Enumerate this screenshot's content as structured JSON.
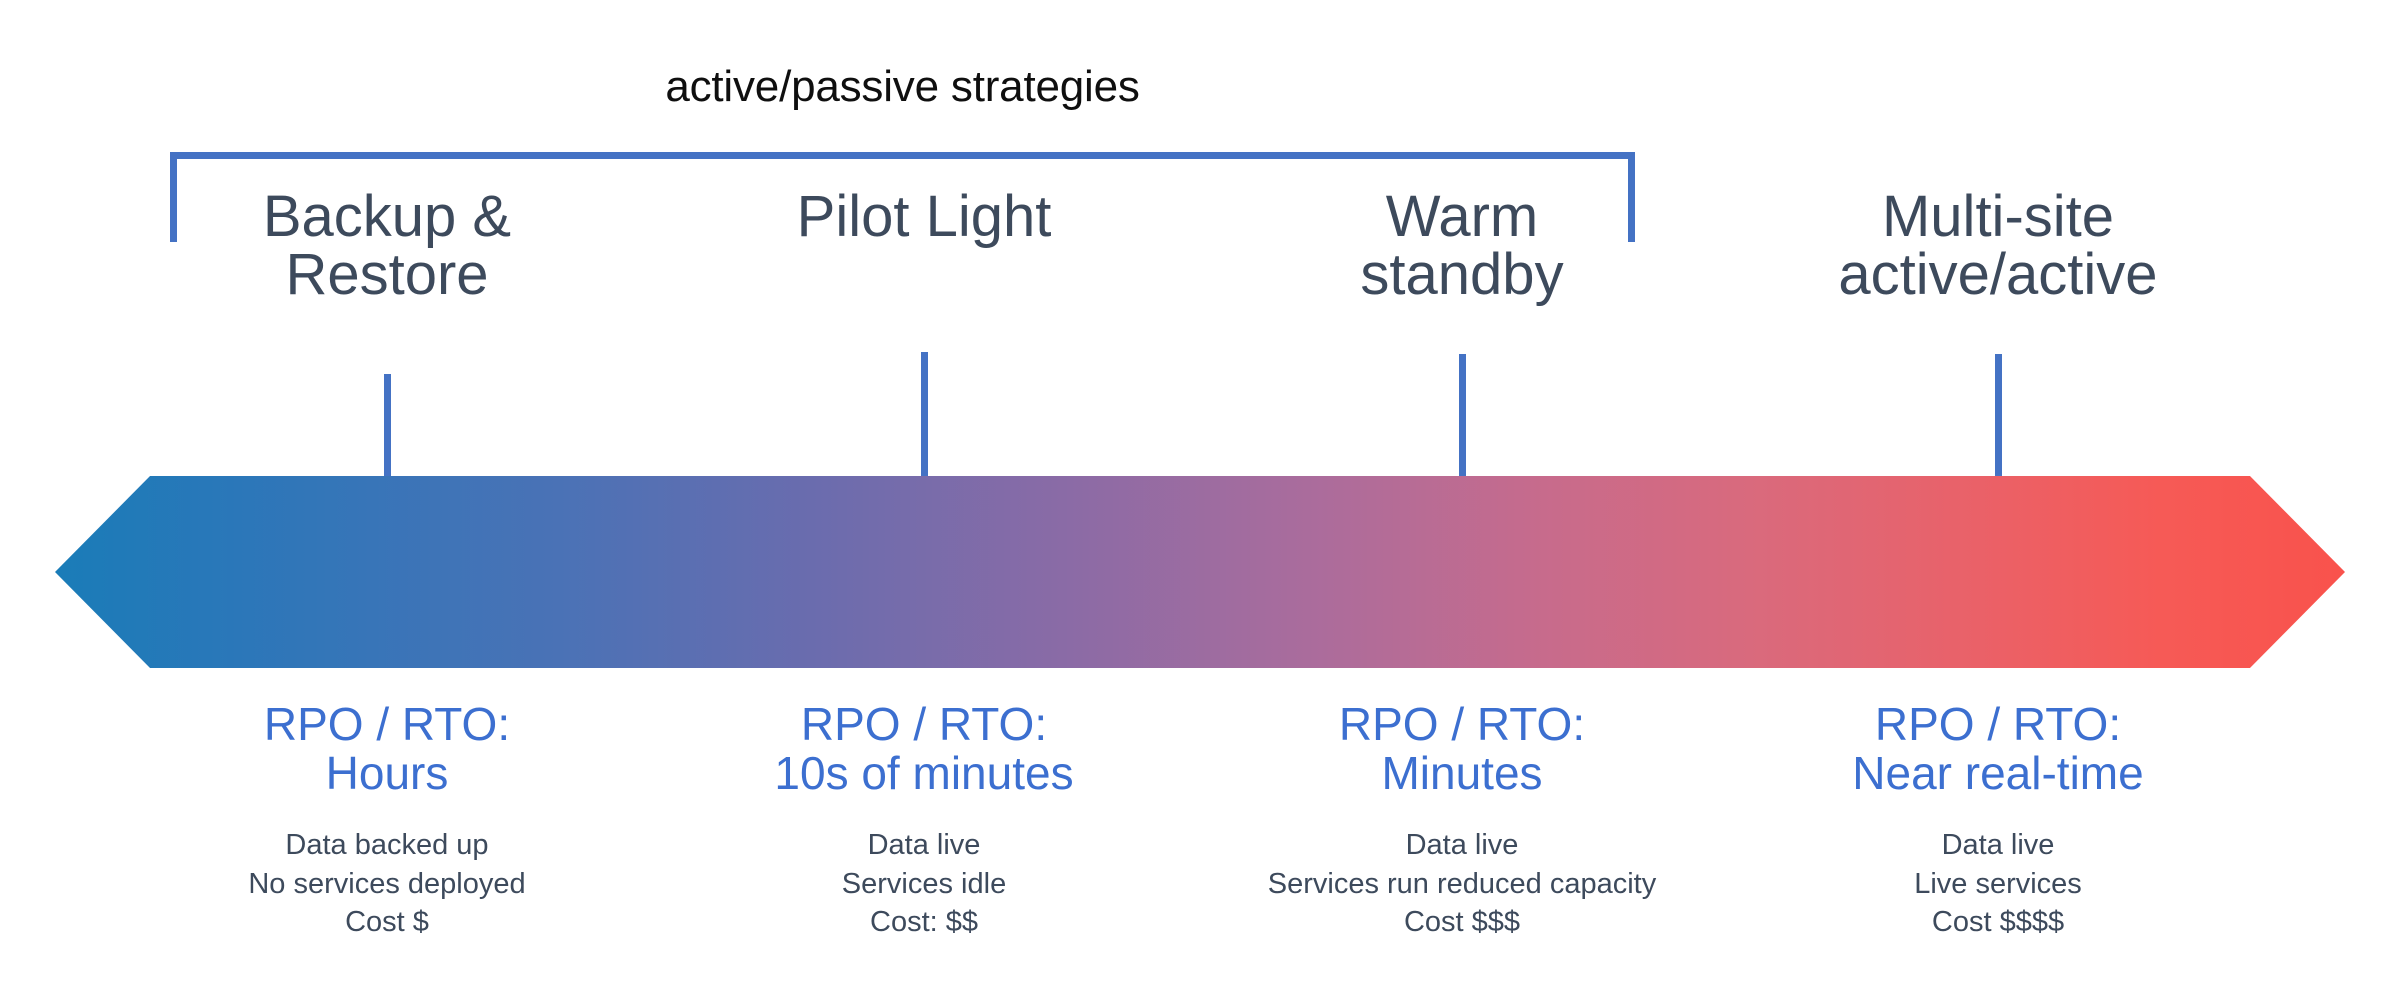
{
  "diagram": {
    "caption": "active/passive strategies",
    "bracket_color": "#4472c4",
    "heading_color": "#3d4a5c",
    "rpo_color": "#3c6fd0",
    "bar": {
      "start_color": "#1a7cb8",
      "end_color": "#f9524c",
      "shape": "double-ended-arrow"
    },
    "strategies": [
      {
        "title": "Backup &\nRestore",
        "rpo_label": "RPO / RTO:",
        "rpo_value": "Hours",
        "details": "Data backed up\nNo services deployed\nCost $",
        "active_passive": true
      },
      {
        "title": "Pilot Light",
        "rpo_label": "RPO / RTO:",
        "rpo_value": "10s of minutes",
        "details": "Data live\nServices idle\nCost: $$",
        "active_passive": true
      },
      {
        "title": "Warm\nstandby",
        "rpo_label": "RPO / RTO:",
        "rpo_value": "Minutes",
        "details": "Data live\nServices run reduced capacity\nCost $$$",
        "active_passive": true
      },
      {
        "title": "Multi-site\nactive/active",
        "rpo_label": "RPO / RTO:",
        "rpo_value": "Near real-time",
        "details": "Data live\nLive services\nCost $$$$",
        "active_passive": false
      }
    ]
  }
}
